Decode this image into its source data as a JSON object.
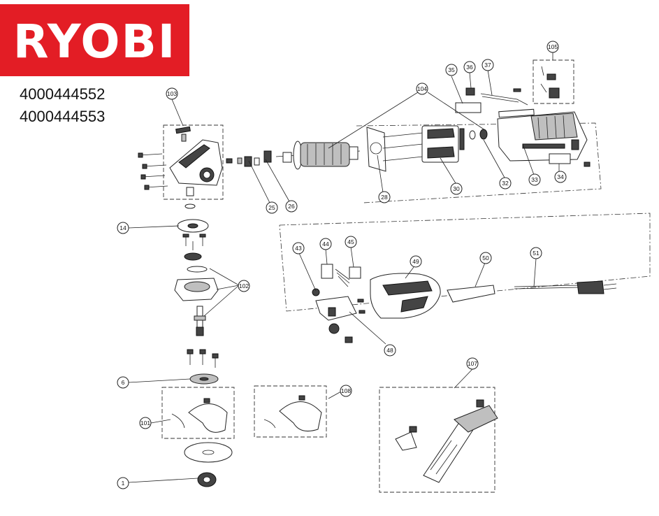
{
  "brand": {
    "logo_text": "RYOBI",
    "logo_color": "#e31d25"
  },
  "models": [
    "4000444552",
    "4000444553"
  ],
  "callouts": {
    "c1": "1",
    "c6": "6",
    "c14": "14",
    "c25": "25",
    "c26": "26",
    "c28": "28",
    "c30": "30",
    "c32": "32",
    "c33": "33",
    "c34": "34",
    "c35": "35",
    "c36": "36",
    "c37": "37",
    "c43": "43",
    "c44": "44",
    "c45": "45",
    "c48": "48",
    "c49": "49",
    "c50": "50",
    "c51": "51",
    "c101": "101",
    "c102": "102",
    "c103": "103",
    "c104": "104",
    "c105": "105",
    "c107": "107",
    "c108": "108"
  }
}
